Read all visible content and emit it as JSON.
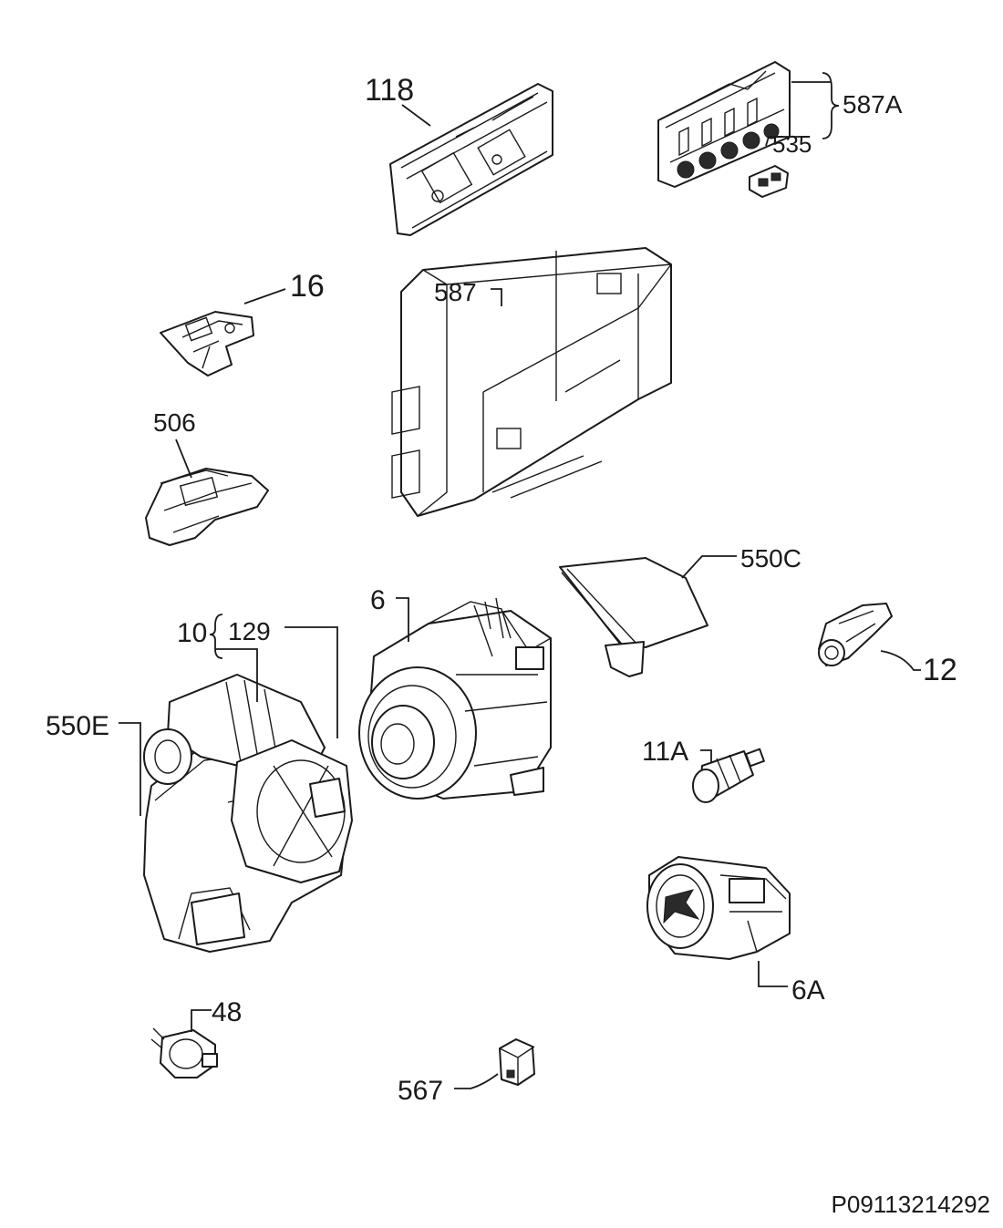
{
  "parts": {
    "p118": "118",
    "p587A": "587A",
    "p535": "535",
    "p16": "16",
    "p587": "587",
    "p506": "506",
    "p550C": "550C",
    "p6": "6",
    "p10": "10",
    "p129": "129",
    "p12": "12",
    "p550E": "550E",
    "p11A": "11A",
    "p6A": "6A",
    "p48": "48",
    "p567": "567"
  },
  "drawing_code": "P09113214292"
}
